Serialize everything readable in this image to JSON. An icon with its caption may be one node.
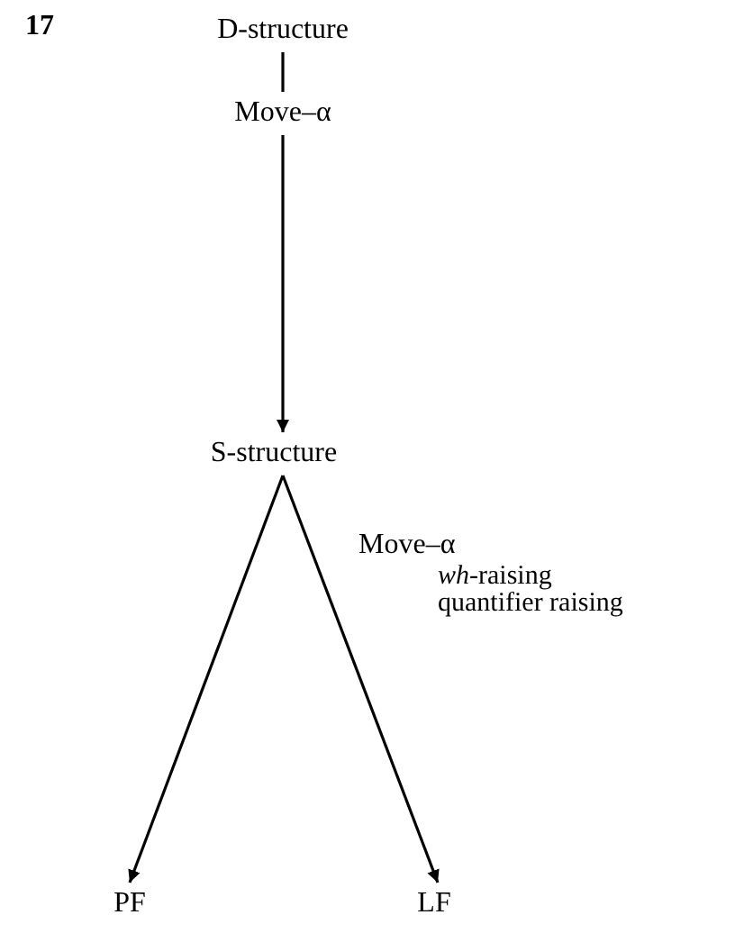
{
  "diagram": {
    "nodes": [
      {
        "text": [
          "D-structure"
        ]
      },
      {
        "text": [
          "S-structure"
        ]
      },
      {
        "text": [
          "PF"
        ]
      },
      {
        "text": [
          "LF"
        ]
      }
    ],
    "edges": [
      {
        "from": 0,
        "to": 1,
        "arrow": "to",
        "label": "Move–α"
      },
      {
        "from": 1,
        "to": 2,
        "arrow": "to"
      },
      {
        "from": 1,
        "to": 3,
        "arrow": "to",
        "label": "Move–α"
      }
    ],
    "labels": [
      "17",
      "*wh*-raising",
      "quantifier raising"
    ]
  }
}
